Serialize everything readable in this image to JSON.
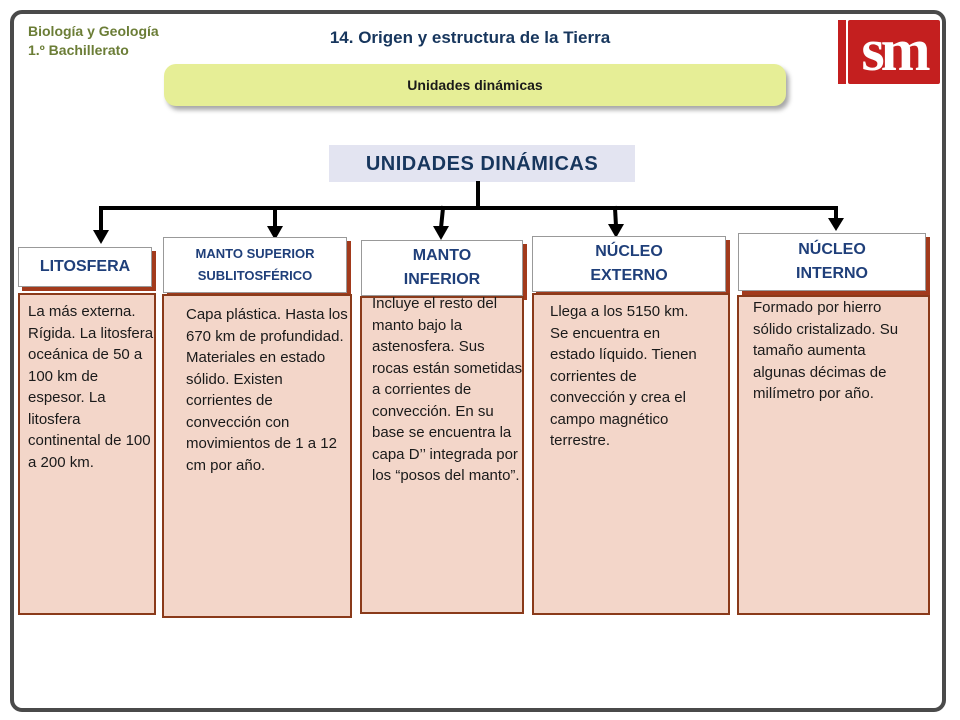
{
  "header": {
    "subject_line1": "Biología y Geología",
    "subject_line2": "1.º Bachillerato",
    "chapter_title": "14. Origen y estructura de la Tierra",
    "section": "Unidades dinámicas",
    "logo_text": "sm"
  },
  "diagram": {
    "title": "UNIDADES DINÁMICAS",
    "units": [
      {
        "label_lines": [
          "LITOSFERA"
        ],
        "description": "La más externa. Rígida. La litosfera oceánica de 50 a 100 km de espesor. La litosfera continental de 100 a 200 km."
      },
      {
        "label_lines": [
          "MANTO SUPERIOR",
          "SUBLITOSFÉRICO"
        ],
        "description": "Capa plástica. Hasta los 670 km de profundidad. Materiales en estado sólido. Existen corrientes de convección con movimientos de 1 a 12 cm por año."
      },
      {
        "label_lines": [
          "MANTO",
          "INFERIOR"
        ],
        "description": "Incluye el resto del manto bajo la astenosfera. Sus rocas están sometidas a corrientes de convección. En su base se encuentra la capa D’’ integrada por los “posos del manto”."
      },
      {
        "label_lines": [
          "NÚCLEO",
          "EXTERNO"
        ],
        "description": "Llega a los 5150 km. Se encuentra en estado líquido. Tienen corrientes de convección y crea el campo magnético terrestre."
      },
      {
        "label_lines": [
          "NÚCLEO",
          "INTERNO"
        ],
        "description": "Formado por hierro sólido cristalizado. Su tamaño aumenta algunas décimas de milímetro por año."
      }
    ]
  },
  "colors": {
    "banner": "#e6ee96",
    "title_bg": "#e3e4f1",
    "header_text": "#1f3f7a",
    "body_fill": "#f3d6c9",
    "body_border": "#8a3a1a",
    "logo": "#c41f1f"
  }
}
